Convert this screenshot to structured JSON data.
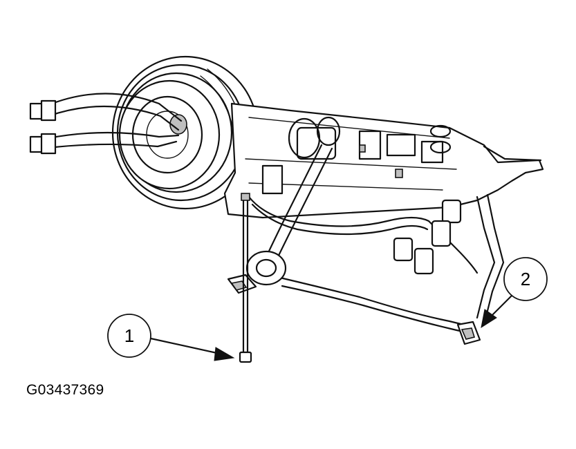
{
  "figure": {
    "id_label": "G03437369"
  },
  "callouts": [
    {
      "number": "1",
      "target": "compressor-mounting-bolt"
    },
    {
      "number": "2",
      "target": "harness-connector"
    }
  ],
  "colors": {
    "line": "#111111",
    "background": "#ffffff",
    "shading": "#bfbfbf"
  }
}
